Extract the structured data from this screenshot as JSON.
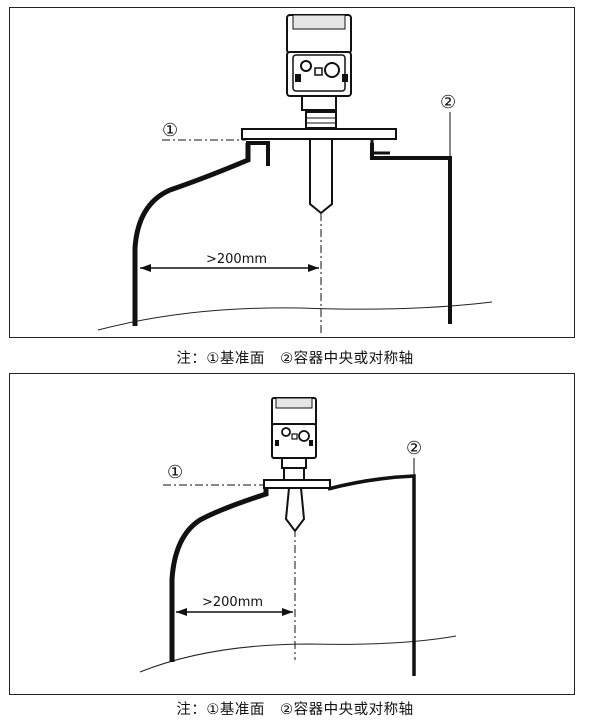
{
  "diagrams": [
    {
      "marker_1": "①",
      "marker_2": "②",
      "dimension": ">200mm",
      "caption": {
        "prefix": "注：",
        "item1": "①基准面",
        "item2": "②容器中央或对称轴"
      }
    },
    {
      "marker_1": "①",
      "marker_2": "②",
      "dimension": ">200mm",
      "caption": {
        "prefix": "注：",
        "item1": "①基准面",
        "item2": "②容器中央或对称轴"
      }
    }
  ]
}
